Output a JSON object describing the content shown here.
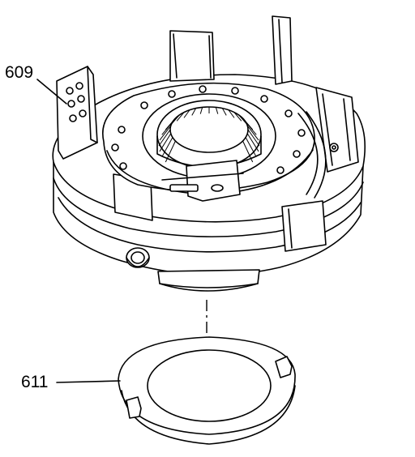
{
  "callouts": [
    {
      "id": "609",
      "text": "609"
    },
    {
      "id": "611",
      "text": "611"
    }
  ],
  "colors": {
    "ink": "#000000",
    "paper": "#ffffff"
  }
}
